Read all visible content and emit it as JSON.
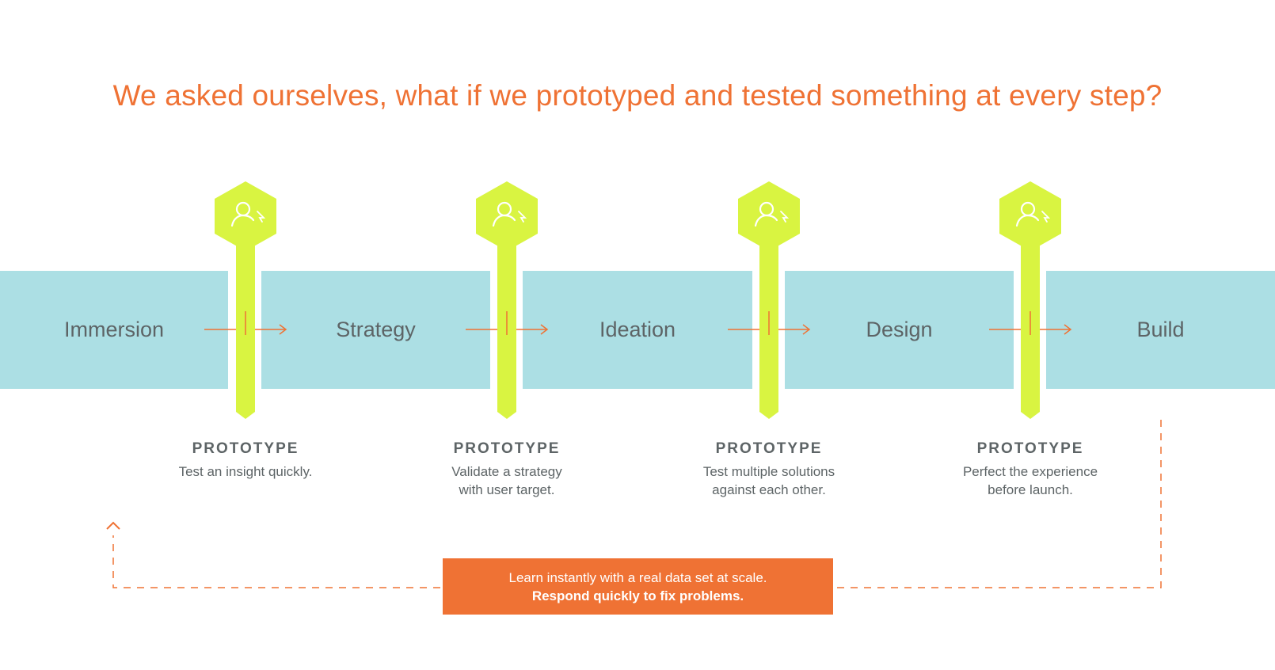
{
  "headline": "We asked ourselves, what if we prototyped and tested something at every step?",
  "stages": [
    {
      "label": "Immersion"
    },
    {
      "label": "Strategy"
    },
    {
      "label": "Ideation"
    },
    {
      "label": "Design"
    },
    {
      "label": "Build"
    }
  ],
  "prototypes": [
    {
      "title": "PROTOTYPE",
      "description": "Test an insight quickly.",
      "icon": "user-cursor-icon"
    },
    {
      "title": "PROTOTYPE",
      "description": "Validate a strategy\nwith user target.",
      "icon": "user-cursor-icon"
    },
    {
      "title": "PROTOTYPE",
      "description": "Test multiple solutions\nagainst each other.",
      "icon": "user-cursor-icon"
    },
    {
      "title": "PROTOTYPE",
      "description": "Perfect the experience\nbefore launch.",
      "icon": "user-cursor-icon"
    }
  ],
  "callout": {
    "line1": "Learn instantly with a real data set at scale.",
    "line2": "Respond quickly to fix problems."
  },
  "colors": {
    "accent": "#ef7234",
    "band": "#acdfe4",
    "peg": "#d9f441",
    "text": "#5d6466"
  }
}
